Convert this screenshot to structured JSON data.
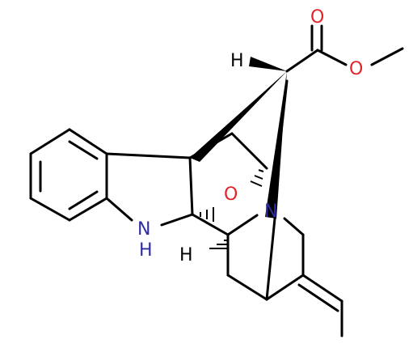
{
  "structure": {
    "atom_labels": {
      "carbonyl_oxygen": "O",
      "ester_oxygen": "O",
      "bridge_oxygen": "O",
      "amine_nitrogen": "N",
      "indoline_n": "N",
      "indoline_h": "H",
      "stereo_h_top": "H",
      "stereo_h_bottom": "H"
    },
    "colors": {
      "bond": "#000000",
      "oxygen": "#e0242a",
      "nitrogen": "#2e2ea0"
    }
  }
}
